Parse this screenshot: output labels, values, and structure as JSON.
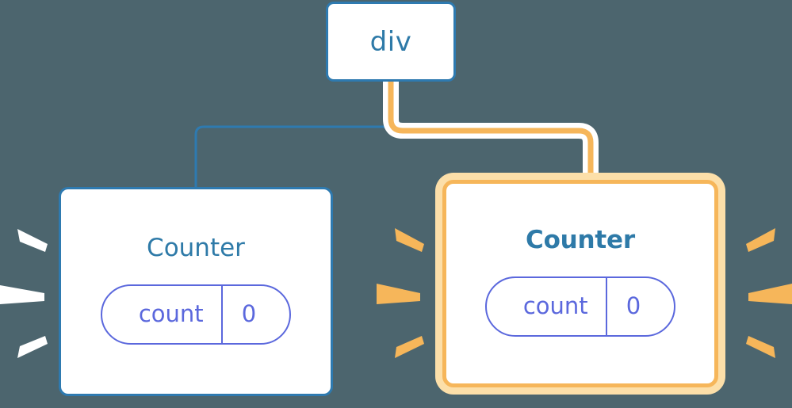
{
  "diagram": {
    "title": "component-tree-rerender",
    "background_color": "#4c656e",
    "nodes": {
      "root": {
        "label": "div",
        "type": "element",
        "highlighted": false
      },
      "counter_left": {
        "label": "Counter",
        "highlighted": false,
        "state": {
          "name": "count",
          "value": "0"
        }
      },
      "counter_right": {
        "label": "Counter",
        "highlighted": true,
        "state": {
          "name": "count",
          "value": "0"
        }
      }
    },
    "edges": [
      {
        "from": "div",
        "to": "Counter (left)",
        "color": "#2e7ab0",
        "highlighted": false
      },
      {
        "from": "div",
        "to": "Counter (right)",
        "color": "#f6b65a",
        "highlighted": true
      }
    ],
    "bursts": [
      {
        "at": "counter-left-outer-left",
        "color": "#ffffff",
        "rays": 3
      },
      {
        "at": "counter-left-outer-right",
        "color": "#f6b65a",
        "rays": 3
      },
      {
        "at": "counter-right-outer-right",
        "color": "#f6b65a",
        "rays": 3
      }
    ],
    "colors": {
      "background": "#4c656e",
      "node_border_blue": "#2e7ab0",
      "node_text_blue": "#2e7aa8",
      "state_purple": "#5b68dd",
      "highlight_orange": "#f6b65a",
      "highlight_glow": "#fcdfa9",
      "burst_white": "#ffffff",
      "node_fill": "#ffffff"
    }
  }
}
